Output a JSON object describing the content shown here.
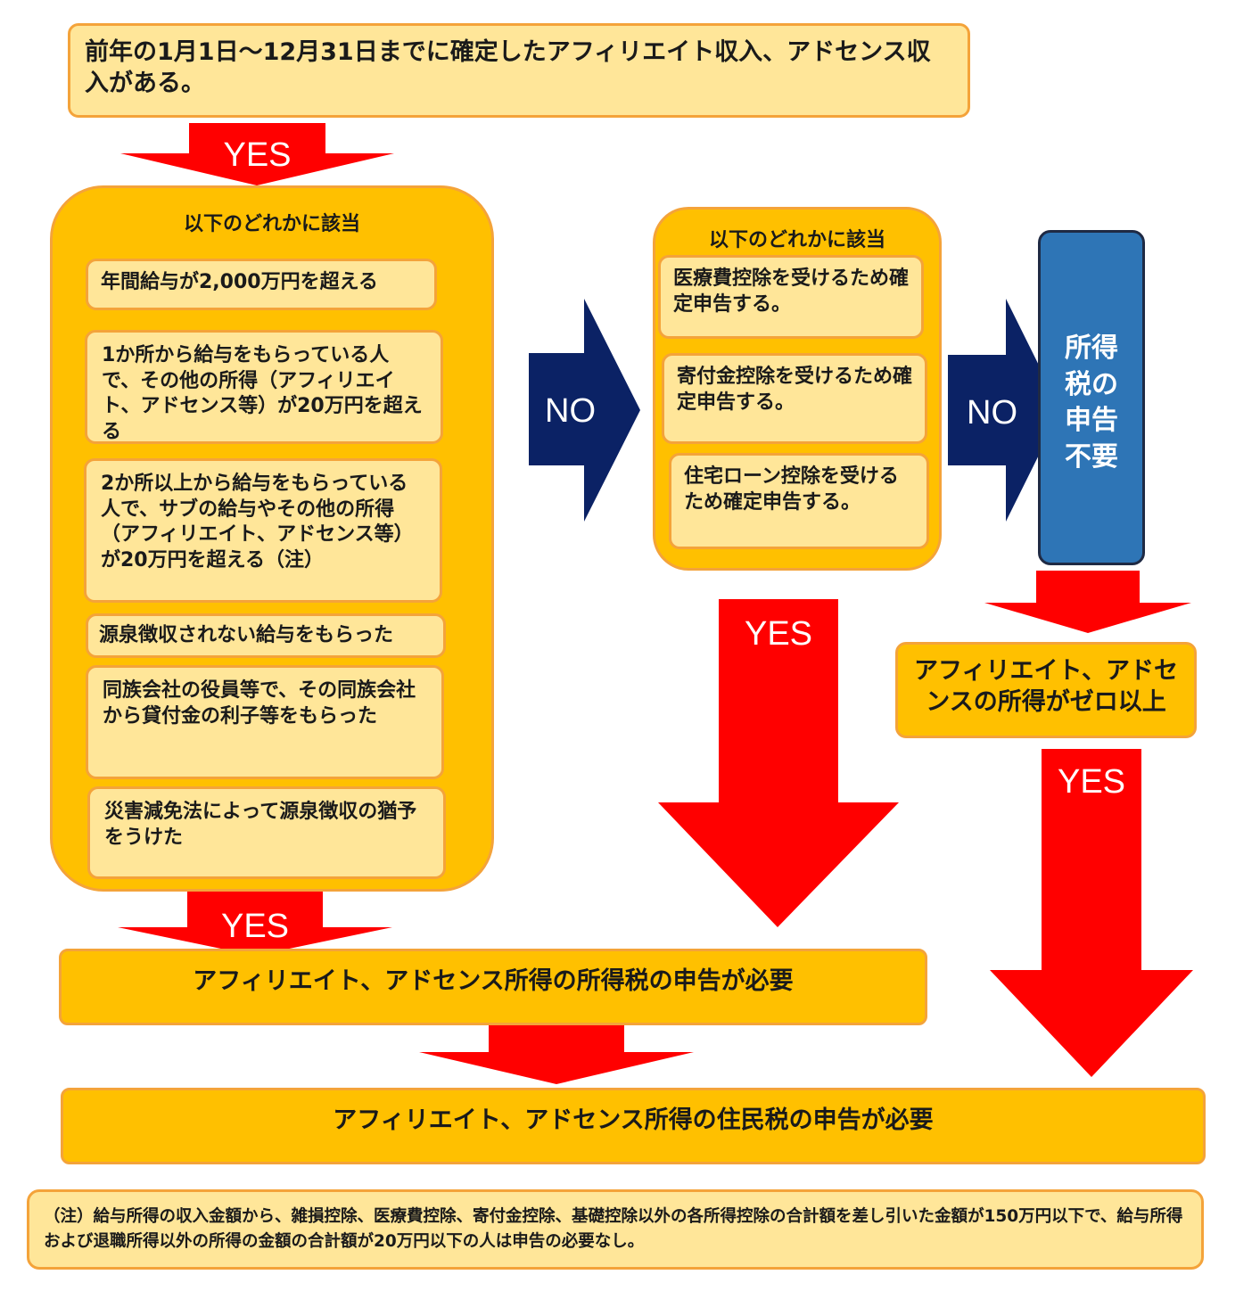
{
  "colors": {
    "pale_box": "#FFE699",
    "gold_box": "#FFC000",
    "border": "#F4A33A",
    "red_arrow": "#FF0000",
    "navy_arrow": "#0B2265",
    "blue_box": "#2E75B6"
  },
  "top_question": "前年の1月1日～12月31日までに確定したアフィリエイト収入、アドセンス収入がある。",
  "arrows": {
    "yes_label": "YES",
    "no_label": "NO"
  },
  "left_group": {
    "title": "以下のどれかに該当",
    "items": [
      "年間給与が2,000万円を超える",
      "1か所から給与をもらっている人で、その他の所得（アフィリエイト、アドセンス等）が20万円を超える",
      "2か所以上から給与をもらっている人で、サブの給与やその他の所得（アフィリエイト、アドセンス等）が20万円を超える（注）",
      "源泉徴収されない給与をもらった",
      "同族会社の役員等で、その同族会社から貸付金の利子等をもらった",
      "災害減免法によって源泉徴収の猶予をうけた"
    ]
  },
  "middle_group": {
    "title": "以下のどれかに該当",
    "items": [
      "医療費控除を受けるため確定申告する。",
      "寄付金控除を受けるため確定申告する。",
      "住宅ローン控除を受けるため確定申告する。"
    ]
  },
  "no_filing": "所得税の申告不要",
  "income_check": "アフィリエイト、アドセンスの所得がゼロ以上",
  "income_tax_required": "アフィリエイト、アドセンス所得の所得税の申告が必要",
  "resident_tax_required": "アフィリエイト、アドセンス所得の住民税の申告が必要",
  "footnote": "（注）給与所得の収入金額から、雑損控除、医療費控除、寄付金控除、基礎控除以外の各所得控除の合計額を差し引いた金額が150万円以下で、給与所得および退職所得以外の所得の金額の合計額が20万円以下の人は申告の必要なし。"
}
